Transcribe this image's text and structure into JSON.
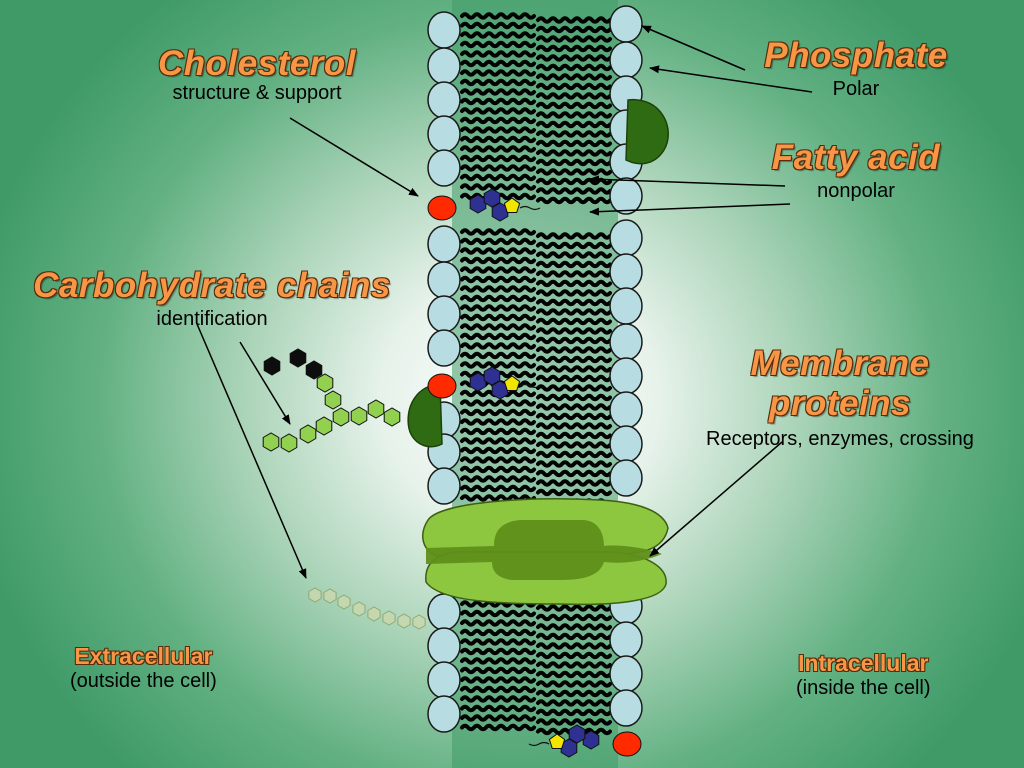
{
  "labels": {
    "cholesterol": {
      "title": "Cholesterol",
      "desc": "structure & support"
    },
    "phosphate": {
      "title": "Phosphate",
      "desc": "Polar"
    },
    "fatty_acid": {
      "title": "Fatty acid",
      "desc": "nonpolar"
    },
    "carbohydrate": {
      "title": "Carbohydrate chains",
      "desc": "identification"
    },
    "membrane_proteins": {
      "title_line1": "Membrane",
      "title_line2": "proteins",
      "desc": "Receptors, enzymes, crossing"
    },
    "extracellular": {
      "title": "Extracellular",
      "desc": "(outside the cell)"
    },
    "intracellular": {
      "title": "Intracellular",
      "desc": "(inside the cell)"
    }
  },
  "colors": {
    "phosphate_head": "#b7dde3",
    "cholesterol_head": "#ff2a00",
    "carb_blue": "#2e3192",
    "carb_yellow": "#f2e600",
    "carb_green": "#92d050",
    "carb_black": "#0d0d0d",
    "protein_light": "#8dc63f",
    "protein_dark": "#5f8f1a",
    "peripheral_protein": "#2f6b12",
    "label_orange": "#f79646"
  }
}
